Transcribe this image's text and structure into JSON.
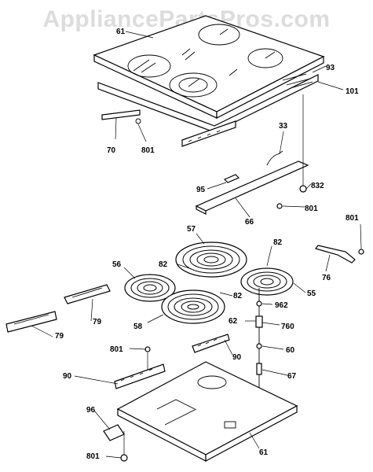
{
  "watermark": "AppliancePartsPros.com",
  "labels": {
    "p61_top": "61",
    "p93": "93",
    "p101": "101",
    "p70": "70",
    "p801_a": "801",
    "p33": "33",
    "p95": "95",
    "p832": "832",
    "p66": "66",
    "p801_b": "801",
    "p801_c": "801",
    "p57": "57",
    "p82_a": "82",
    "p82_b": "82",
    "p82_c": "82",
    "p56": "56",
    "p55": "55",
    "p76": "76",
    "p79_a": "79",
    "p79_b": "79",
    "p58": "58",
    "p962": "962",
    "p62": "62",
    "p760": "760",
    "p801_d": "801",
    "p90_a": "90",
    "p90_b": "90",
    "p60": "60",
    "p67": "67",
    "p96": "96",
    "p801_e": "801",
    "p61_bottom": "61"
  }
}
